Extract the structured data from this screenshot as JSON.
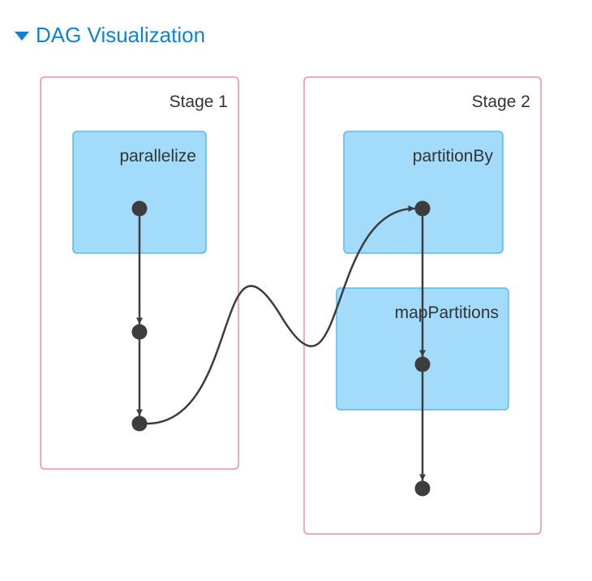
{
  "header": {
    "title": "DAG Visualization",
    "expanded": true
  },
  "colors": {
    "accent": "#0d84d6",
    "stage_border": "#ef8fa2",
    "op_fill": "#a2dcfa",
    "op_border": "#5bbbe7",
    "node": "#3d3d3d",
    "edge": "#3d3d3d",
    "text": "#333333"
  },
  "stages": [
    {
      "id": "stage1",
      "label": "Stage 1"
    },
    {
      "id": "stage2",
      "label": "Stage 2"
    }
  ],
  "operations": [
    {
      "id": "parallelize",
      "label": "parallelize",
      "stage": "stage1"
    },
    {
      "id": "partitionBy",
      "label": "partitionBy",
      "stage": "stage2"
    },
    {
      "id": "mapPartitions",
      "label": "mapPartitions",
      "stage": "stage2"
    }
  ],
  "nodes": [
    {
      "id": "n1",
      "stage": "stage1",
      "operation": "parallelize"
    },
    {
      "id": "n2",
      "stage": "stage1",
      "operation": null
    },
    {
      "id": "n3",
      "stage": "stage1",
      "operation": null
    },
    {
      "id": "n4",
      "stage": "stage2",
      "operation": "partitionBy"
    },
    {
      "id": "n5",
      "stage": "stage2",
      "operation": "mapPartitions"
    },
    {
      "id": "n6",
      "stage": "stage2",
      "operation": null
    }
  ],
  "edges": [
    {
      "from": "n1",
      "to": "n2"
    },
    {
      "from": "n2",
      "to": "n3"
    },
    {
      "from": "n3",
      "to": "n4"
    },
    {
      "from": "n4",
      "to": "n5"
    },
    {
      "from": "n5",
      "to": "n6"
    }
  ]
}
